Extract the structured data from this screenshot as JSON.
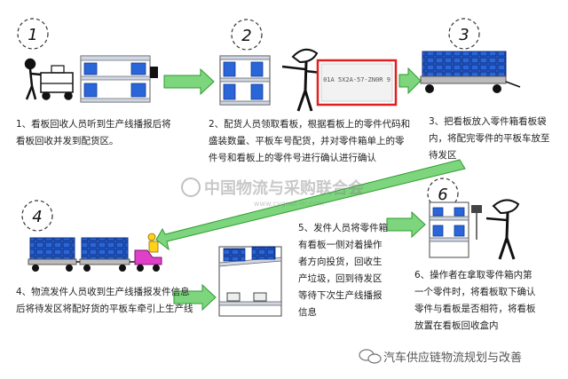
{
  "steps": [
    {
      "number": "1",
      "caption": "1、看板回收人员听到生产线播报后将看板回收并发到配货区。"
    },
    {
      "number": "2",
      "caption": "2、配货人员领取看板，根据看板上的零件代码和盛装数量、平板车号配货，并对零件箱单上的零件号和看板上的零件号进行确认进行确认"
    },
    {
      "number": "3",
      "caption": "3、把看板放入零件箱看板袋内，将配完零件的平板车放至待发区"
    },
    {
      "number": "4",
      "caption": "4、物流发件人员收到生产线播报发件信息后将待发区将配好货的平板车牵引上生产线"
    },
    {
      "number": "5",
      "caption": "5、发件人员将零件箱有看板一侧对着操作者方向投货，回收生产垃圾，回到待发区等待下次生产线播报信息"
    },
    {
      "number": "6",
      "caption": "6、操作者在拿取零件箱内第一个零件时，将看板取下确认零件与看板是否相符，将看板放置在看板回收盒内"
    }
  ],
  "kanban_label": "01A  5X2A-57-ZN0R  9",
  "watermark": {
    "main": "中国物流与采购联合会",
    "url": "www.cygnet-m.com"
  },
  "footer": "汽车供应链物流规划与改善",
  "colors": {
    "blue": "#2a66d8",
    "arrow": "#7dd67d",
    "arrow_edge": "#2e9a2e",
    "kanban_red": "#e02020"
  }
}
